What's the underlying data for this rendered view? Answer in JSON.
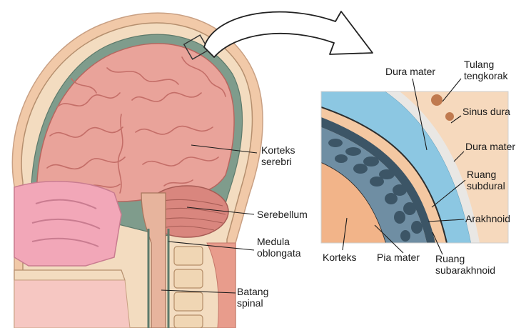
{
  "labels": {
    "korteks_serebri": [
      "Korteks",
      "serebri"
    ],
    "serebellum": "Serebellum",
    "medula_oblongata": [
      "Medula",
      "oblongata"
    ],
    "batang_spinal": [
      "Batang",
      "spinal"
    ],
    "dura_mater_top": "Dura mater",
    "tulang_tengkorak": [
      "Tulang",
      "tengkorak"
    ],
    "sinus_dura": "Sinus dura",
    "dura_mater": "Dura mater",
    "ruang_subdural": [
      "Ruang",
      "subdural"
    ],
    "arakhnoid": "Arakhnoid",
    "korteks": "Korteks",
    "pia_mater": "Pia mater",
    "ruang_subarakhnoid": [
      "Ruang",
      "subarakhnoid"
    ]
  },
  "colors": {
    "brain": "#e9a39a",
    "brain_fold": "#c46e68",
    "cerebellum": "#d9867e",
    "skull": "#f3dcc0",
    "meninges_green": "#7f9c8c",
    "dura_blue": "#8cc7e2",
    "arachnoid_dark": "#3c5566",
    "nasal_pink": "#f2a7b8"
  }
}
